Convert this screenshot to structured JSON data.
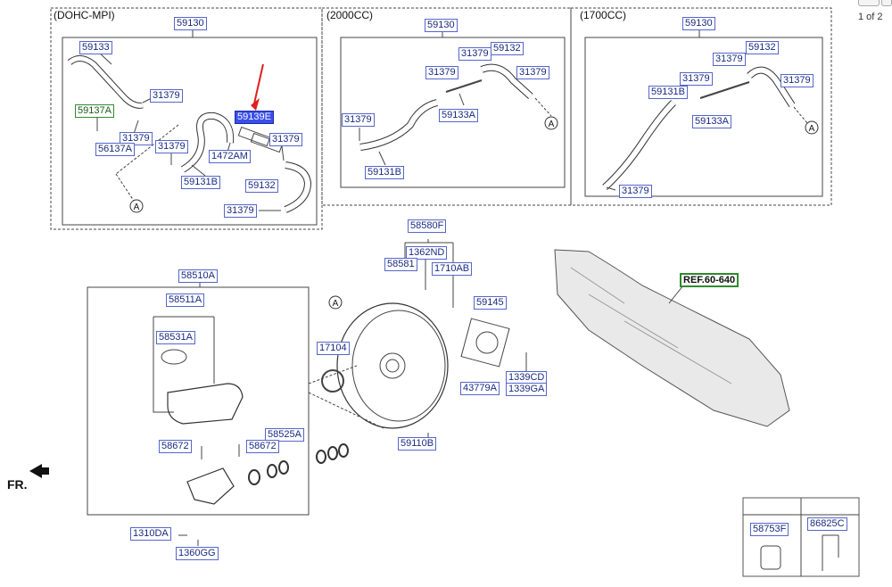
{
  "sections": {
    "dohc": "(DOHC-MPI)",
    "cc2000": "(2000CC)",
    "cc1700": "(1700CC)"
  },
  "pager": {
    "text": "1 of 2"
  },
  "fr": "FR.",
  "callout": "A",
  "parts": {
    "p59130_a": "59130",
    "p59133_a": "59133",
    "p31379_a1": "31379",
    "p59137A": "59137A",
    "p59139E": "59139E",
    "p31379_a2": "31379",
    "p56137A": "56137A",
    "p31379_a3": "31379",
    "p31379_a4": "31379",
    "p1472AM": "1472AM",
    "p59131B_a": "59131B",
    "p59132_a": "59132",
    "p31379_a5": "31379",
    "p59130_b": "59130",
    "p31379_b1": "31379",
    "p59132_b": "59132",
    "p31379_b2": "31379",
    "p31379_b3": "31379",
    "p59133A_b": "59133A",
    "p31379_b4": "31379",
    "p59131B_b": "59131B",
    "p59130_c": "59130",
    "p59132_c": "59132",
    "p31379_c1": "31379",
    "p31379_c2": "31379",
    "p59131B_c": "59131B",
    "p31379_c3": "31379",
    "p59133A_c": "59133A",
    "p31379_c4": "31379",
    "p58580F": "58580F",
    "p1362ND": "1362ND",
    "p58581": "58581",
    "p1710AB": "1710AB",
    "p59145": "59145",
    "p17104": "17104",
    "p1339CD": "1339CD",
    "p43779A": "43779A",
    "p1339GA": "1339GA",
    "p59110B": "59110B",
    "p58510A": "58510A",
    "p58511A": "58511A",
    "p58531A": "58531A",
    "p58525A": "58525A",
    "p58672_1": "58672",
    "p58672_2": "58672",
    "p1310DA": "1310DA",
    "p1360GG": "1360GG",
    "pREF": "REF.60-640",
    "p58753F": "58753F",
    "p86825C": "86825C"
  },
  "colors": {
    "label_border": "#5566cc",
    "selected": "#3a4fe8",
    "ref_border": "#2e8b2e",
    "arrow": "#e02020"
  }
}
